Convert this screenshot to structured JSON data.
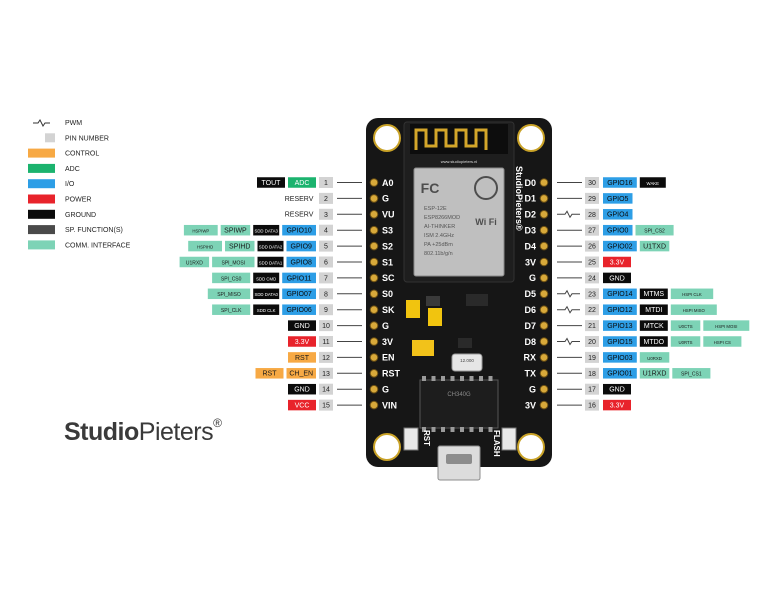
{
  "colors": {
    "control": "#f7a944",
    "adc": "#1bb36e",
    "io": "#2d9ee6",
    "power": "#e8232b",
    "ground": "#0b0b0b",
    "special": "#4a4a4a",
    "comm": "#7dd3b6",
    "pin": "#d3d3d3",
    "board": "#161616"
  },
  "legend": [
    {
      "kind": "pwm",
      "label": "PWM"
    },
    {
      "kind": "pin",
      "label": "PIN NUMBER"
    },
    {
      "kind": "control",
      "label": "CONTROL"
    },
    {
      "kind": "adc",
      "label": "ADC"
    },
    {
      "kind": "io",
      "label": "I/O"
    },
    {
      "kind": "power",
      "label": "POWER"
    },
    {
      "kind": "ground",
      "label": "GROUND"
    },
    {
      "kind": "special",
      "label": "SP. FUNCTION(S)"
    },
    {
      "kind": "comm",
      "label": "COMM. INTERFACE"
    }
  ],
  "left_pins": [
    {
      "num": "1",
      "name": "A0",
      "labels": [
        {
          "t": "ADC",
          "c": "adc"
        },
        {
          "t": "TOUT",
          "c": "ground"
        }
      ]
    },
    {
      "num": "2",
      "name": "G",
      "labels": [
        {
          "t": "RESERV",
          "c": "plain"
        }
      ]
    },
    {
      "num": "3",
      "name": "VU",
      "labels": [
        {
          "t": "RESERV",
          "c": "plain"
        }
      ]
    },
    {
      "num": "4",
      "name": "S3",
      "labels": [
        {
          "t": "GPIO10",
          "c": "io"
        },
        {
          "t": "SDD DATA3",
          "c": "ground"
        },
        {
          "t": "SPIWP",
          "c": "comm"
        },
        {
          "t": "HSPIWP",
          "c": "comm"
        }
      ]
    },
    {
      "num": "5",
      "name": "S2",
      "labels": [
        {
          "t": "GPIO9",
          "c": "io"
        },
        {
          "t": "SDD DATA2",
          "c": "ground"
        },
        {
          "t": "SPIHD",
          "c": "comm"
        },
        {
          "t": "HSPIHD",
          "c": "comm"
        }
      ]
    },
    {
      "num": "6",
      "name": "S1",
      "labels": [
        {
          "t": "GPIO8",
          "c": "io"
        },
        {
          "t": "SDD DATA1",
          "c": "ground"
        },
        {
          "t": "SPI_MOSI",
          "c": "comm"
        },
        {
          "t": "U1RXD",
          "c": "comm"
        }
      ]
    },
    {
      "num": "7",
      "name": "SC",
      "labels": [
        {
          "t": "GPIO11",
          "c": "io"
        },
        {
          "t": "SDD CMD",
          "c": "ground"
        },
        {
          "t": "SPI_CS0",
          "c": "comm"
        }
      ]
    },
    {
      "num": "8",
      "name": "S0",
      "labels": [
        {
          "t": "GPIO07",
          "c": "io"
        },
        {
          "t": "SDD DATA0",
          "c": "ground"
        },
        {
          "t": "SPI_MISO",
          "c": "comm"
        }
      ]
    },
    {
      "num": "9",
      "name": "SK",
      "labels": [
        {
          "t": "GPIO06",
          "c": "io"
        },
        {
          "t": "SDD CLK",
          "c": "ground"
        },
        {
          "t": "SPI_CLK",
          "c": "comm"
        }
      ]
    },
    {
      "num": "10",
      "name": "G",
      "labels": [
        {
          "t": "GND",
          "c": "ground"
        }
      ]
    },
    {
      "num": "11",
      "name": "3V",
      "labels": [
        {
          "t": "3.3V",
          "c": "power"
        }
      ]
    },
    {
      "num": "12",
      "name": "EN",
      "labels": [
        {
          "t": "RST",
          "c": "control"
        }
      ]
    },
    {
      "num": "13",
      "name": "RST",
      "labels": [
        {
          "t": "CH_EN",
          "c": "control"
        },
        {
          "t": "RST",
          "c": "control"
        }
      ]
    },
    {
      "num": "14",
      "name": "G",
      "labels": [
        {
          "t": "GND",
          "c": "ground"
        }
      ]
    },
    {
      "num": "15",
      "name": "VIN",
      "labels": [
        {
          "t": "VCC",
          "c": "power"
        }
      ]
    }
  ],
  "right_pins": [
    {
      "num": "30",
      "name": "D0",
      "pwm": false,
      "labels": [
        {
          "t": "GPIO16",
          "c": "io"
        },
        {
          "t": "WAKE",
          "c": "ground"
        }
      ]
    },
    {
      "num": "29",
      "name": "D1",
      "pwm": false,
      "labels": [
        {
          "t": "GPIO5",
          "c": "io"
        }
      ]
    },
    {
      "num": "28",
      "name": "D2",
      "pwm": true,
      "labels": [
        {
          "t": "GPIO4",
          "c": "io"
        }
      ]
    },
    {
      "num": "27",
      "name": "D3",
      "pwm": false,
      "labels": [
        {
          "t": "GPIO0",
          "c": "io"
        },
        {
          "t": "SPI_CS2",
          "c": "comm"
        }
      ]
    },
    {
      "num": "26",
      "name": "D4",
      "pwm": false,
      "labels": [
        {
          "t": "GPIO02",
          "c": "io"
        },
        {
          "t": "U1TXD",
          "c": "comm"
        }
      ]
    },
    {
      "num": "25",
      "name": "3V",
      "pwm": false,
      "labels": [
        {
          "t": "3.3V",
          "c": "power"
        }
      ]
    },
    {
      "num": "24",
      "name": "G",
      "pwm": false,
      "labels": [
        {
          "t": "GND",
          "c": "ground"
        }
      ]
    },
    {
      "num": "23",
      "name": "D5",
      "pwm": true,
      "labels": [
        {
          "t": "GPIO14",
          "c": "io"
        },
        {
          "t": "MTMS",
          "c": "ground"
        },
        {
          "t": "HSPI CLK",
          "c": "comm"
        }
      ]
    },
    {
      "num": "22",
      "name": "D6",
      "pwm": true,
      "labels": [
        {
          "t": "GPIO12",
          "c": "io"
        },
        {
          "t": "MTDI",
          "c": "ground"
        },
        {
          "t": "HSPI MISO",
          "c": "comm"
        }
      ]
    },
    {
      "num": "21",
      "name": "D7",
      "pwm": false,
      "labels": [
        {
          "t": "GPIO13",
          "c": "io"
        },
        {
          "t": "MTCK",
          "c": "ground"
        },
        {
          "t": "U0CTS",
          "c": "comm"
        },
        {
          "t": "HSPI MOSI",
          "c": "comm"
        }
      ]
    },
    {
      "num": "20",
      "name": "D8",
      "pwm": true,
      "labels": [
        {
          "t": "GPIO15",
          "c": "io"
        },
        {
          "t": "MTDO",
          "c": "ground"
        },
        {
          "t": "U0RTS",
          "c": "comm"
        },
        {
          "t": "HSPI CS",
          "c": "comm"
        }
      ]
    },
    {
      "num": "19",
      "name": "RX",
      "pwm": false,
      "labels": [
        {
          "t": "GPIO03",
          "c": "io"
        },
        {
          "t": "U0RXD",
          "c": "comm"
        }
      ]
    },
    {
      "num": "18",
      "name": "TX",
      "pwm": false,
      "labels": [
        {
          "t": "GPIO01",
          "c": "io"
        },
        {
          "t": "U1RXD",
          "c": "comm"
        },
        {
          "t": "SPI_CS1",
          "c": "comm"
        }
      ]
    },
    {
      "num": "17",
      "name": "G",
      "pwm": false,
      "labels": [
        {
          "t": "GND",
          "c": "ground"
        }
      ]
    },
    {
      "num": "16",
      "name": "3V",
      "pwm": false,
      "labels": [
        {
          "t": "3.3V",
          "c": "power"
        }
      ]
    }
  ],
  "board": {
    "brand_vertical": "StudioPieters®",
    "btn_rst": "RST",
    "btn_flash": "FLASH",
    "module_text": [
      "ESP-12E",
      "ESP8266MOD",
      "AI-THINKER",
      "ISM 2.4GHz",
      "PA +25dBm",
      "802.11b/g/n"
    ],
    "fc_mark": "FC",
    "wifi_mark": "Wi Fi",
    "antenna_url": "www.studiopieters.nl",
    "crystal": "12.000",
    "chip_text": "CH340G"
  },
  "brand": {
    "bold": "Studio",
    "light": "Pieters",
    "mark": "®"
  }
}
